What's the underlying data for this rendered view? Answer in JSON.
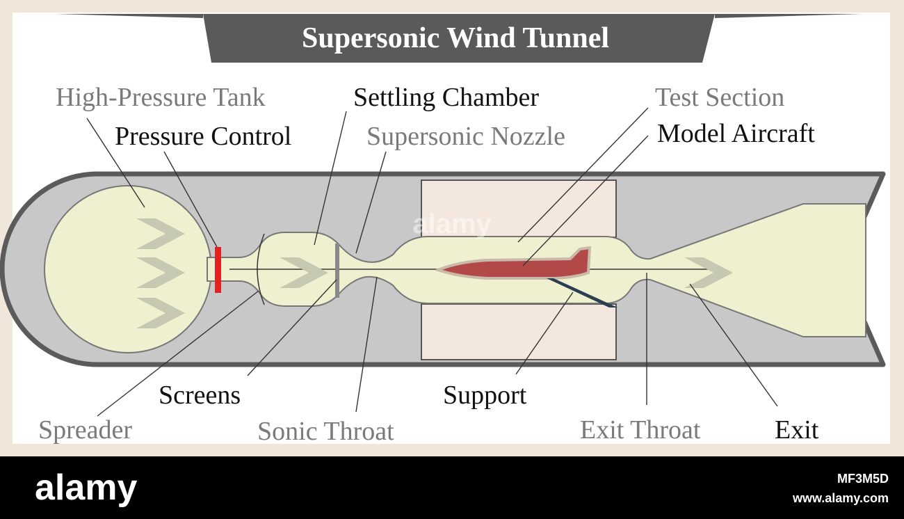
{
  "title": "Supersonic Wind Tunnel",
  "colors": {
    "frame": "#f1e6da",
    "panel": "#ffffff",
    "banner": "#5a5a5a",
    "tunnel_outline": "#5b5b5b",
    "tunnel_fill": "#c8c8c8",
    "flow_fill": "#eef0cf",
    "test_box": "#f4e7de",
    "model": "#b34848",
    "pressure_control": "#e52020",
    "support": "#2b3f52",
    "arrow": "#c7c8b2",
    "label_dark": "#111111",
    "label_gray": "#7a7a7a",
    "leader": "#333333",
    "footer": "#000000"
  },
  "labels": {
    "high_pressure_tank": "High-Pressure Tank",
    "pressure_control": "Pressure Control",
    "settling_chamber": "Settling Chamber",
    "supersonic_nozzle": "Supersonic Nozzle",
    "test_section": "Test Section",
    "model_aircraft": "Model Aircraft",
    "screens": "Screens",
    "spreader": "Spreader",
    "sonic_throat": "Sonic Throat",
    "support": "Support",
    "exit_throat": "Exit Throat",
    "exit": "Exit"
  },
  "footer": {
    "logo": "alamy",
    "image_id": "MF3M5D",
    "site": "www.alamy.com"
  },
  "watermark": "alamy"
}
